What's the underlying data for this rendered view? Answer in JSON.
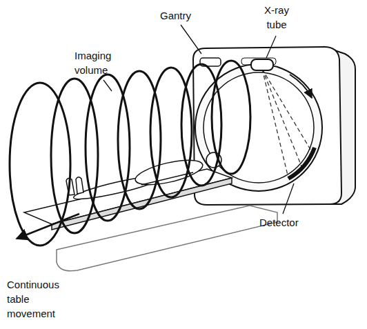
{
  "diagram": {
    "labels": [
      "Imaging volume",
      "Gantry",
      "X-ray tube",
      "Detector",
      "Continuous table movement"
    ]
  }
}
